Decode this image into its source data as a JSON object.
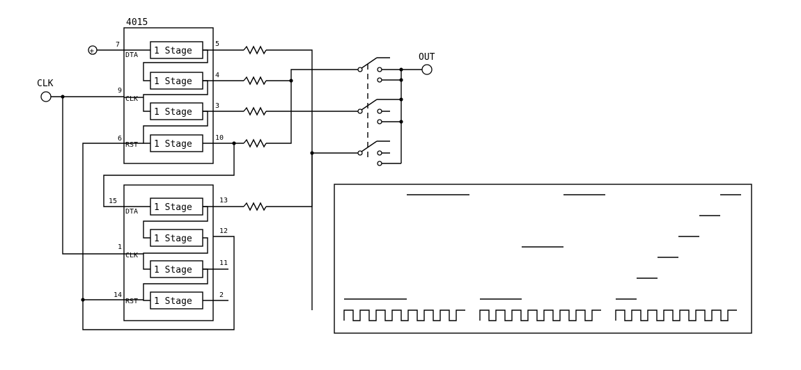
{
  "chip_label": "4015",
  "stage_label": "1 Stage",
  "clk_label": "CLK",
  "out_label": "OUT",
  "upper": {
    "dta_pin": "7",
    "dta_label": "DTA",
    "clk_pin": "9",
    "clk_label": "CLK",
    "rst_pin": "6",
    "rst_label": "RST",
    "outputs": [
      "5",
      "4",
      "3",
      "10"
    ]
  },
  "lower": {
    "dta_pin": "15",
    "dta_label": "DTA",
    "clk_pin": "1",
    "clk_label": "CLK",
    "rst_pin": "14",
    "rst_label": "RST",
    "outputs": [
      "13",
      "12",
      "11",
      "2"
    ]
  },
  "power_symbol": "+",
  "icons": {
    "resistor": "resistor-icon",
    "switch": "rotary-switch-icon",
    "terminal": "terminal-circle-icon"
  }
}
